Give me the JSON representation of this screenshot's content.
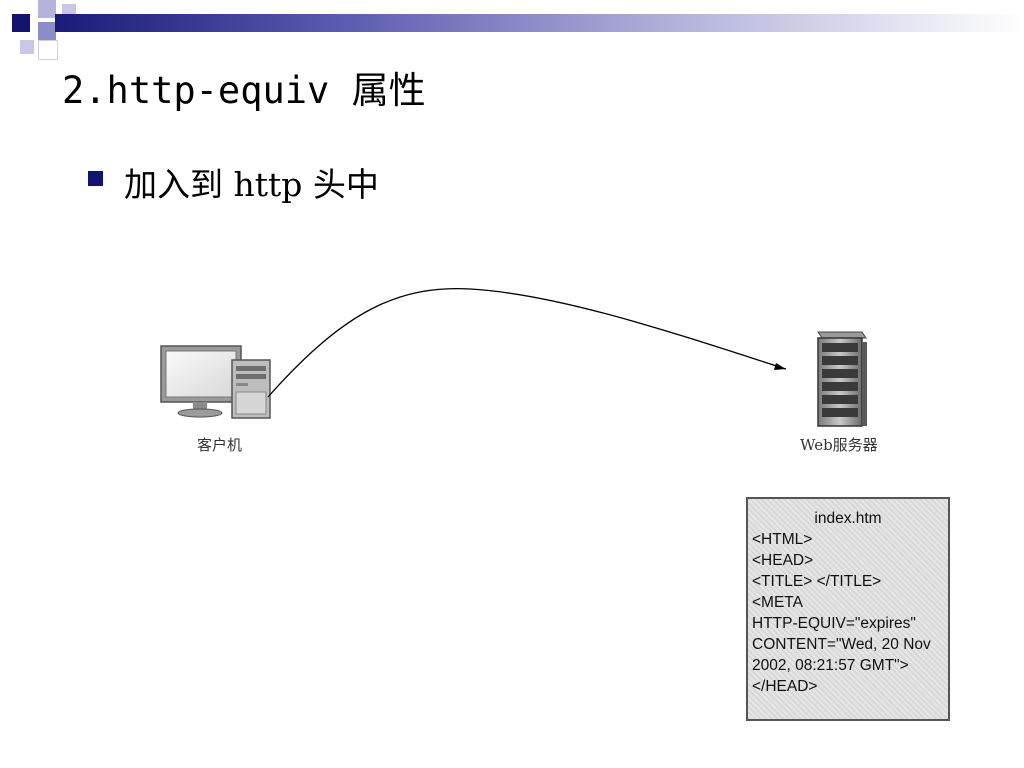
{
  "slide": {
    "title": "2.http-equiv 属性",
    "bullet": "加入到 http 头中"
  },
  "diagram": {
    "client_label": "客户机",
    "server_label": "Web服务器",
    "file": {
      "name": "index.htm",
      "lines": [
        "<HTML>",
        "<HEAD>",
        "<TITLE> </TITLE>",
        "<META",
        "HTTP-EQUIV=\"expires\"",
        "CONTENT=\"Wed, 20 Nov",
        "2002, 08:21:57 GMT\">",
        "</HEAD>"
      ]
    }
  },
  "colors": {
    "accent_dark": "#14146e",
    "accent_light": "#8c8cc8"
  }
}
